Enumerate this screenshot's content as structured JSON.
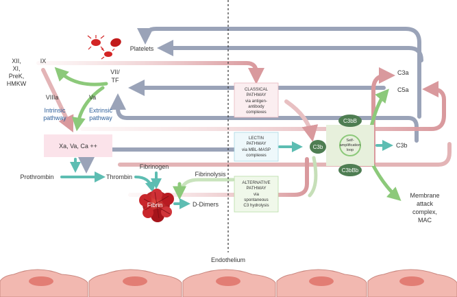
{
  "labels": {
    "factors_left": [
      "XII,",
      "XI,",
      "PreK,",
      "HMKW"
    ],
    "ix": "IX",
    "viiia": "VIIIa",
    "intrinsic": [
      "Intrinsic",
      "pathway"
    ],
    "vii_tf": [
      "VII/",
      "TF"
    ],
    "va": "Va",
    "extrinsic": [
      "Extrinsic",
      "pathway"
    ],
    "xa_box": "Xa, Va, Ca ++",
    "prothrombin": "Prothrombin",
    "thrombin": "Thrombin",
    "fibrinogen": "Fibrinogen",
    "fibrinolysis": "Fibrinolysis",
    "fibrin": "Fibrin",
    "d_dimers": "D-Dimers",
    "platelets": "Platelets",
    "endothelium": "Endothelium",
    "c3a": "C3a",
    "c5a": "C5a",
    "c3b_right": "C3b",
    "mac": [
      "Membrane",
      "attack",
      "complex,",
      "MAC"
    ],
    "c3b_node": "C3b",
    "c3bb": "C3bB",
    "c3bbb": "C3bBb",
    "self_amp": [
      "Self-",
      "amplification",
      "loop"
    ]
  },
  "pathways": {
    "classical": [
      "CLASSICAL",
      "PATHWAY",
      "via antigen-",
      "antibody",
      "complexes"
    ],
    "lectin": [
      "LECTIN",
      "PATHWAY",
      "via MBL-MASP",
      "complexes"
    ],
    "alternative": [
      "ALTERNATIVE",
      "PATHWAY",
      "via",
      "spontaneous",
      "C3 hydrolysis"
    ]
  },
  "colors": {
    "grey_arrow": "#9aa3b8",
    "red_arrow": "#d9999d",
    "green_arrow": "#8cc97a",
    "teal_arrow": "#5dbdb2",
    "intrinsic_text": "#2d5f9a",
    "node_green": "#4e7d52",
    "cell_fill": "#f2b8b0",
    "nucleus_fill": "#e27d74"
  }
}
